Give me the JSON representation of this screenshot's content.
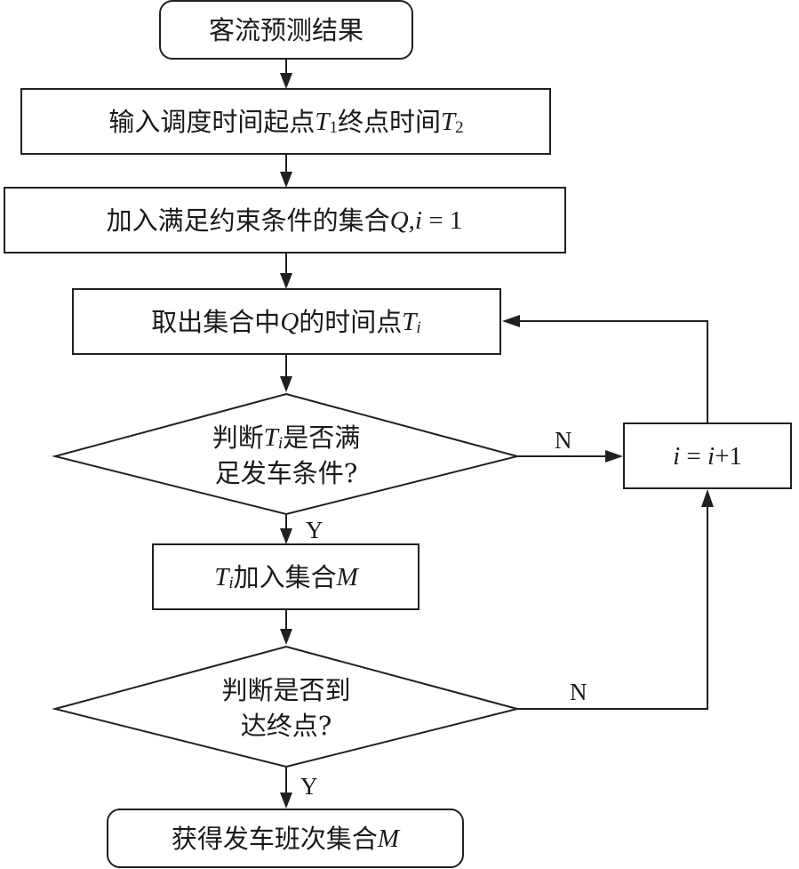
{
  "nodes": {
    "start": "客流预测结果",
    "input": {
      "pre": "输入调度时间起点",
      "t1": "T",
      "t1_sub": "1",
      "mid": "终点时间",
      "t2": "T",
      "t2_sub": "2"
    },
    "add_set": {
      "pre": "加入满足约束条件的集合",
      "q": "Q",
      "comma": ",",
      "i": "i",
      "eq": " = 1"
    },
    "take": {
      "pre": "取出集合中",
      "q": "Q",
      "mid": "的时间点",
      "t": "T",
      "t_sub": "i"
    },
    "judge1": {
      "line1_pre": "判断",
      "t": "T",
      "t_sub": "i",
      "line1_post": "是否满",
      "line2": "足发车条件?"
    },
    "add_m": {
      "t": "T",
      "t_sub": "i",
      "mid": "加入集合",
      "m": "M"
    },
    "judge2": {
      "line1": "判断是否到",
      "line2": "达终点?"
    },
    "increment": {
      "i1": "i",
      "eq": " = ",
      "i2": "i",
      "plus": "+1"
    },
    "end": {
      "pre": "获得发车班次集合",
      "m": "M"
    }
  },
  "edge_labels": {
    "judge1_no": "N",
    "judge1_yes": "Y",
    "judge2_no": "N",
    "judge2_yes": "Y"
  }
}
